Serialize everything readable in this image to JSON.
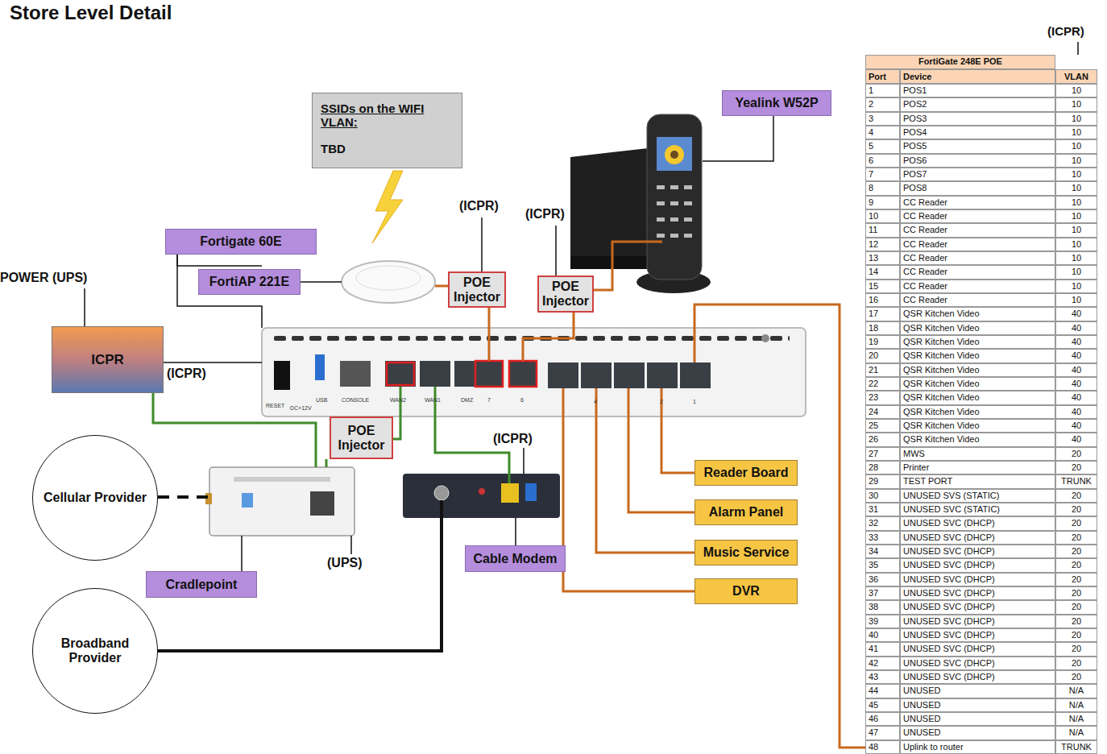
{
  "diagram": {
    "title": "Store Level Detail",
    "nodes": [
      {
        "text": [
          "SSIDs on the WIFI VLAN:",
          "TBD"
        ]
      },
      {
        "text": [
          "Yealink W52P"
        ]
      },
      {
        "text": [
          "Fortigate 60E"
        ]
      },
      {
        "text": [
          "FortiAP 221E"
        ]
      },
      {
        "text": [
          "POE Injector"
        ]
      },
      {
        "text": [
          "POE Injector"
        ]
      },
      {
        "text": [
          "ICPR"
        ]
      },
      {
        "text": [
          "POE Injector"
        ]
      },
      {
        "text": [
          "Cellular Provider"
        ]
      },
      {
        "text": [
          "Broadband Provider"
        ]
      },
      {
        "text": [
          "Cradlepoint"
        ]
      },
      {
        "text": [
          "Cable Modem"
        ]
      },
      {
        "text": [
          "Reader Board"
        ]
      },
      {
        "text": [
          "Alarm Panel"
        ]
      },
      {
        "text": [
          "Music Service"
        ]
      },
      {
        "text": [
          "DVR"
        ]
      }
    ],
    "labels": [
      "(ICPR)",
      "(ICPR)",
      "(ICPR)",
      "POWER (UPS)",
      "(ICPR)",
      "(ICPR)",
      "(UPS)",
      "RESET",
      "DC+12V",
      "USB",
      "CONSOLE",
      "WAN2",
      "WAN1",
      "DMZ",
      "7",
      "6",
      "4",
      "2",
      "1",
      "FortiGate 248E POE",
      "Port",
      "Device",
      "VLAN",
      "1",
      "POS1",
      "10",
      "2",
      "POS2",
      "10",
      "3",
      "POS3",
      "10",
      "4",
      "POS4",
      "10",
      "5",
      "POS5",
      "10",
      "6",
      "POS6",
      "10",
      "7",
      "POS7",
      "10",
      "8",
      "POS8",
      "10",
      "9",
      "CC Reader",
      "10",
      "10",
      "CC Reader",
      "10",
      "11",
      "CC Reader",
      "10",
      "12",
      "CC Reader",
      "10",
      "13",
      "CC Reader",
      "10",
      "14",
      "CC Reader",
      "10",
      "15",
      "CC Reader",
      "10",
      "16",
      "CC Reader",
      "10",
      "17",
      "QSR Kitchen Video",
      "40",
      "18",
      "QSR Kitchen Video",
      "40",
      "19",
      "QSR Kitchen Video",
      "40",
      "20",
      "QSR Kitchen Video",
      "40",
      "21",
      "QSR Kitchen Video",
      "40",
      "22",
      "QSR Kitchen Video",
      "40",
      "23",
      "QSR Kitchen Video",
      "40",
      "24",
      "QSR Kitchen Video",
      "40",
      "25",
      "QSR Kitchen Video",
      "40",
      "26",
      "QSR Kitchen Video",
      "40",
      "27",
      "MWS",
      "20",
      "28",
      "Printer",
      "20",
      "29",
      "TEST PORT",
      "TRUNK",
      "30",
      "UNUSED SVS (STATIC)",
      "20",
      "31",
      "UNUSED SVC (STATIC)",
      "20",
      "32",
      "UNUSED SVC (DHCP)",
      "20",
      "33",
      "UNUSED SVC (DHCP)",
      "20",
      "34",
      "UNUSED SVC (DHCP)",
      "20",
      "35",
      "UNUSED SVC (DHCP)",
      "20",
      "36",
      "UNUSED SVC (DHCP)",
      "20",
      "37",
      "UNUSED SVC (DHCP)",
      "20",
      "38",
      "UNUSED SVC (DHCP)",
      "20",
      "39",
      "UNUSED SVC (DHCP)",
      "20",
      "40",
      "UNUSED SVC (DHCP)",
      "20",
      "41",
      "UNUSED SVC (DHCP)",
      "20",
      "42",
      "UNUSED SVC (DHCP)",
      "20",
      "43",
      "UNUSED SVC (DHCP)",
      "20",
      "44",
      "UNUSED",
      "N/A",
      "45",
      "UNUSED",
      "N/A",
      "46",
      "UNUSED",
      "N/A",
      "47",
      "UNUSED",
      "N/A",
      "48",
      "Uplink to router",
      "TRUNK"
    ]
  }
}
